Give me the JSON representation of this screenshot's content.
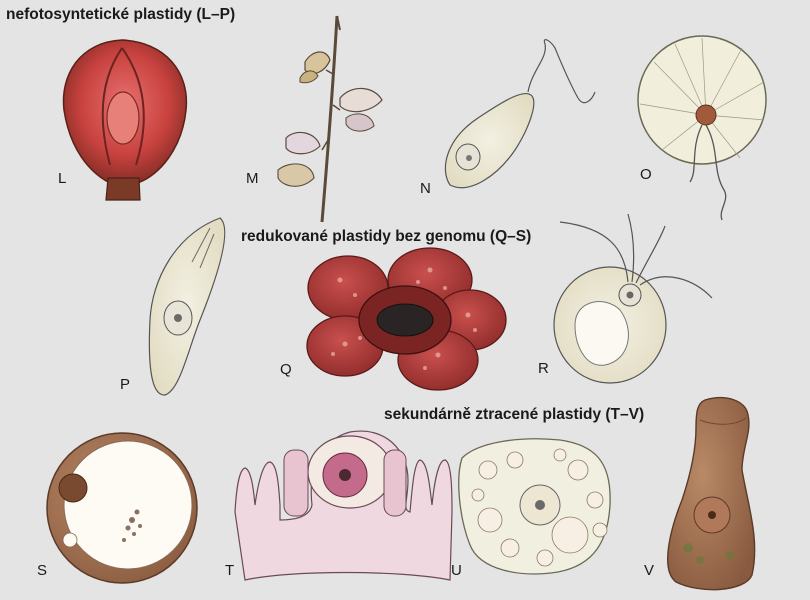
{
  "headings": {
    "nonphotosynthetic": "nefotosyntetické plastidy (L–P)",
    "reduced": "redukované plastidy bez genomu (Q–S)",
    "secondary_lost": "sekundárně ztracené plastidy (T–V)"
  },
  "labels": {
    "L": "L",
    "M": "M",
    "N": "N",
    "O": "O",
    "P": "P",
    "Q": "Q",
    "R": "R",
    "S": "S",
    "T": "T",
    "U": "U",
    "V": "V"
  }
}
